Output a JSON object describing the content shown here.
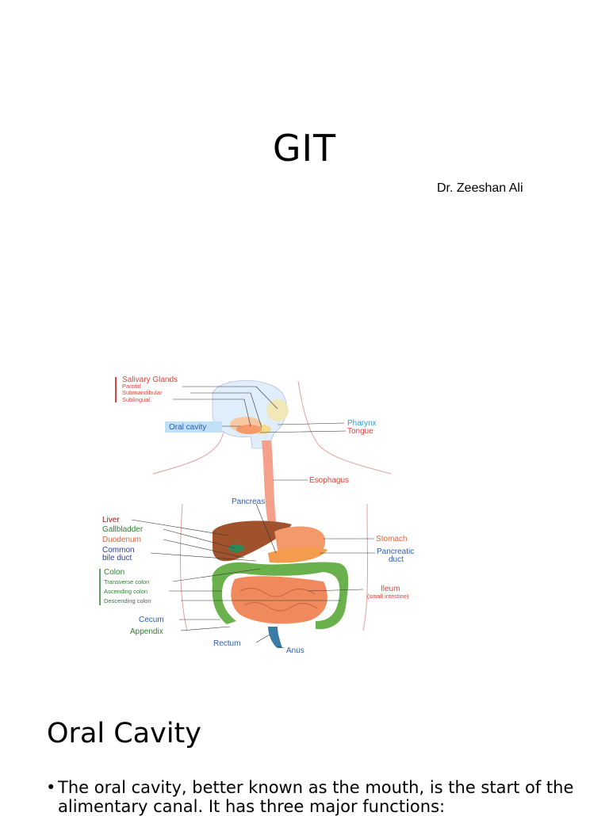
{
  "slide": {
    "title": "GIT",
    "author": "Dr. Zeeshan Ali"
  },
  "figure": {
    "labels": {
      "salivary_glands": "Salivary Glands",
      "parotid": "Parotid",
      "submandibular": "Submandibular",
      "sublingual": "Sublingual",
      "oral_cavity": "Oral cavity",
      "pharynx": "Pharynx",
      "tongue": "Tongue",
      "esophagus": "Esophagus",
      "pancreas": "Pancreas",
      "liver": "Liver",
      "gallbladder": "Gallbladder",
      "duodenum": "Duodenum",
      "common_bile_duct_1": "Common",
      "common_bile_duct_2": "bile duct",
      "stomach": "Stomach",
      "pancreatic_duct_1": "Pancreatic",
      "pancreatic_duct_2": "duct",
      "colon": "Colon",
      "transverse_colon": "Transverse colon",
      "ascending_colon": "Ascending colon",
      "descending_colon": "Descending colon",
      "ileum": "Ileum",
      "small_intestine": "(small intestine)",
      "cecum": "Cecum",
      "appendix": "Appendix",
      "rectum": "Rectum",
      "anus": "Anus"
    },
    "colors": {
      "red_labels": "#d9443a",
      "blue_labels": "#2a5db0",
      "green_labels": "#2e7d32",
      "liver": "#a0522d",
      "colon": "#6ab04c",
      "small_intestine": "#f08a5d",
      "esophagus": "#f4a08a",
      "oral_cavity_box": "#bfe0f7"
    }
  },
  "section": {
    "heading": "Oral Cavity",
    "bullet_text": "The oral cavity, better known as the mouth, is the start of the alimentary canal. It has three major functions:"
  }
}
